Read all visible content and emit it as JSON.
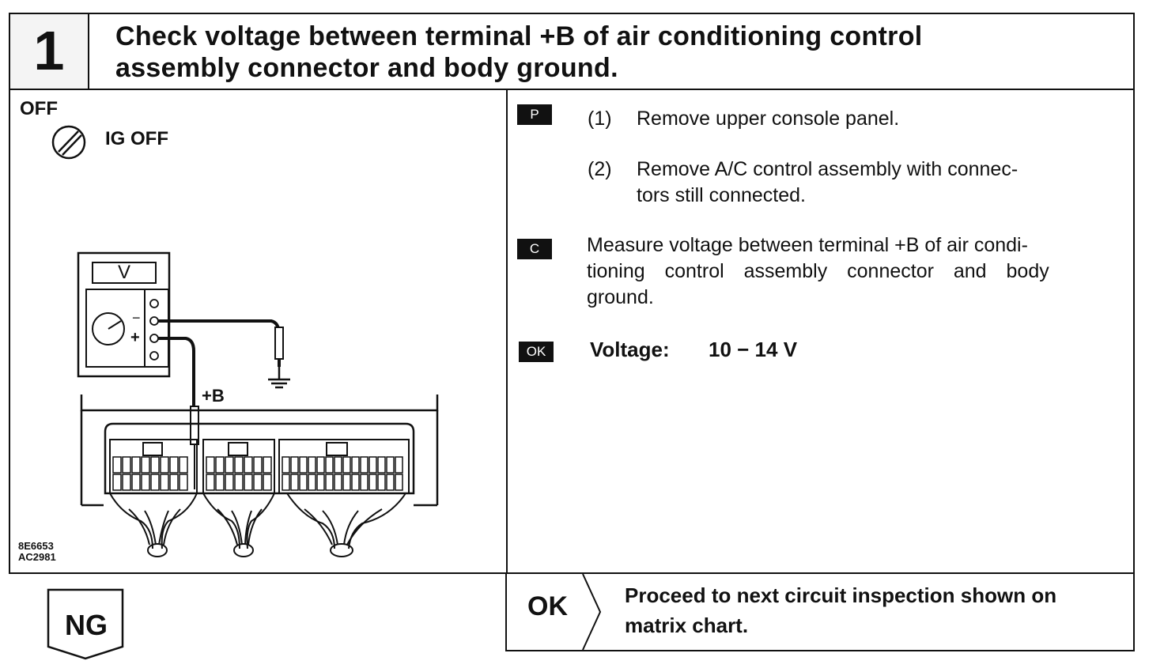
{
  "header": {
    "step_number": "1",
    "title_line1": "Check voltage between terminal +B of air conditioning control",
    "title_line2": "assembly connector and body ground."
  },
  "illustration": {
    "switch_state": "OFF",
    "ignition_label": "IG OFF",
    "meter_label": "V",
    "meter_minus": "−",
    "meter_plus": "+",
    "terminal_label": "+B",
    "code_1": "8E6653",
    "code_2": "AC2981"
  },
  "instructions": {
    "prep_badge": "P",
    "step1_num": "(1)",
    "step1_text": "Remove upper console panel.",
    "step2_num": "(2)",
    "step2_line1": "Remove A/C control assembly with connec-",
    "step2_line2": "tors still connected.",
    "check_badge": "C",
    "check_line1": "Measure voltage between terminal +B of air condi-",
    "check_line2": "tioning control assembly connector and body",
    "check_line3": "ground.",
    "ok_badge": "OK",
    "spec_label": "Voltage:",
    "spec_value": "10 − 14 V"
  },
  "results": {
    "ok_label": "OK",
    "ok_line1": "Proceed to next circuit inspection shown on",
    "ok_line2": "matrix chart.",
    "ng_label": "NG"
  }
}
